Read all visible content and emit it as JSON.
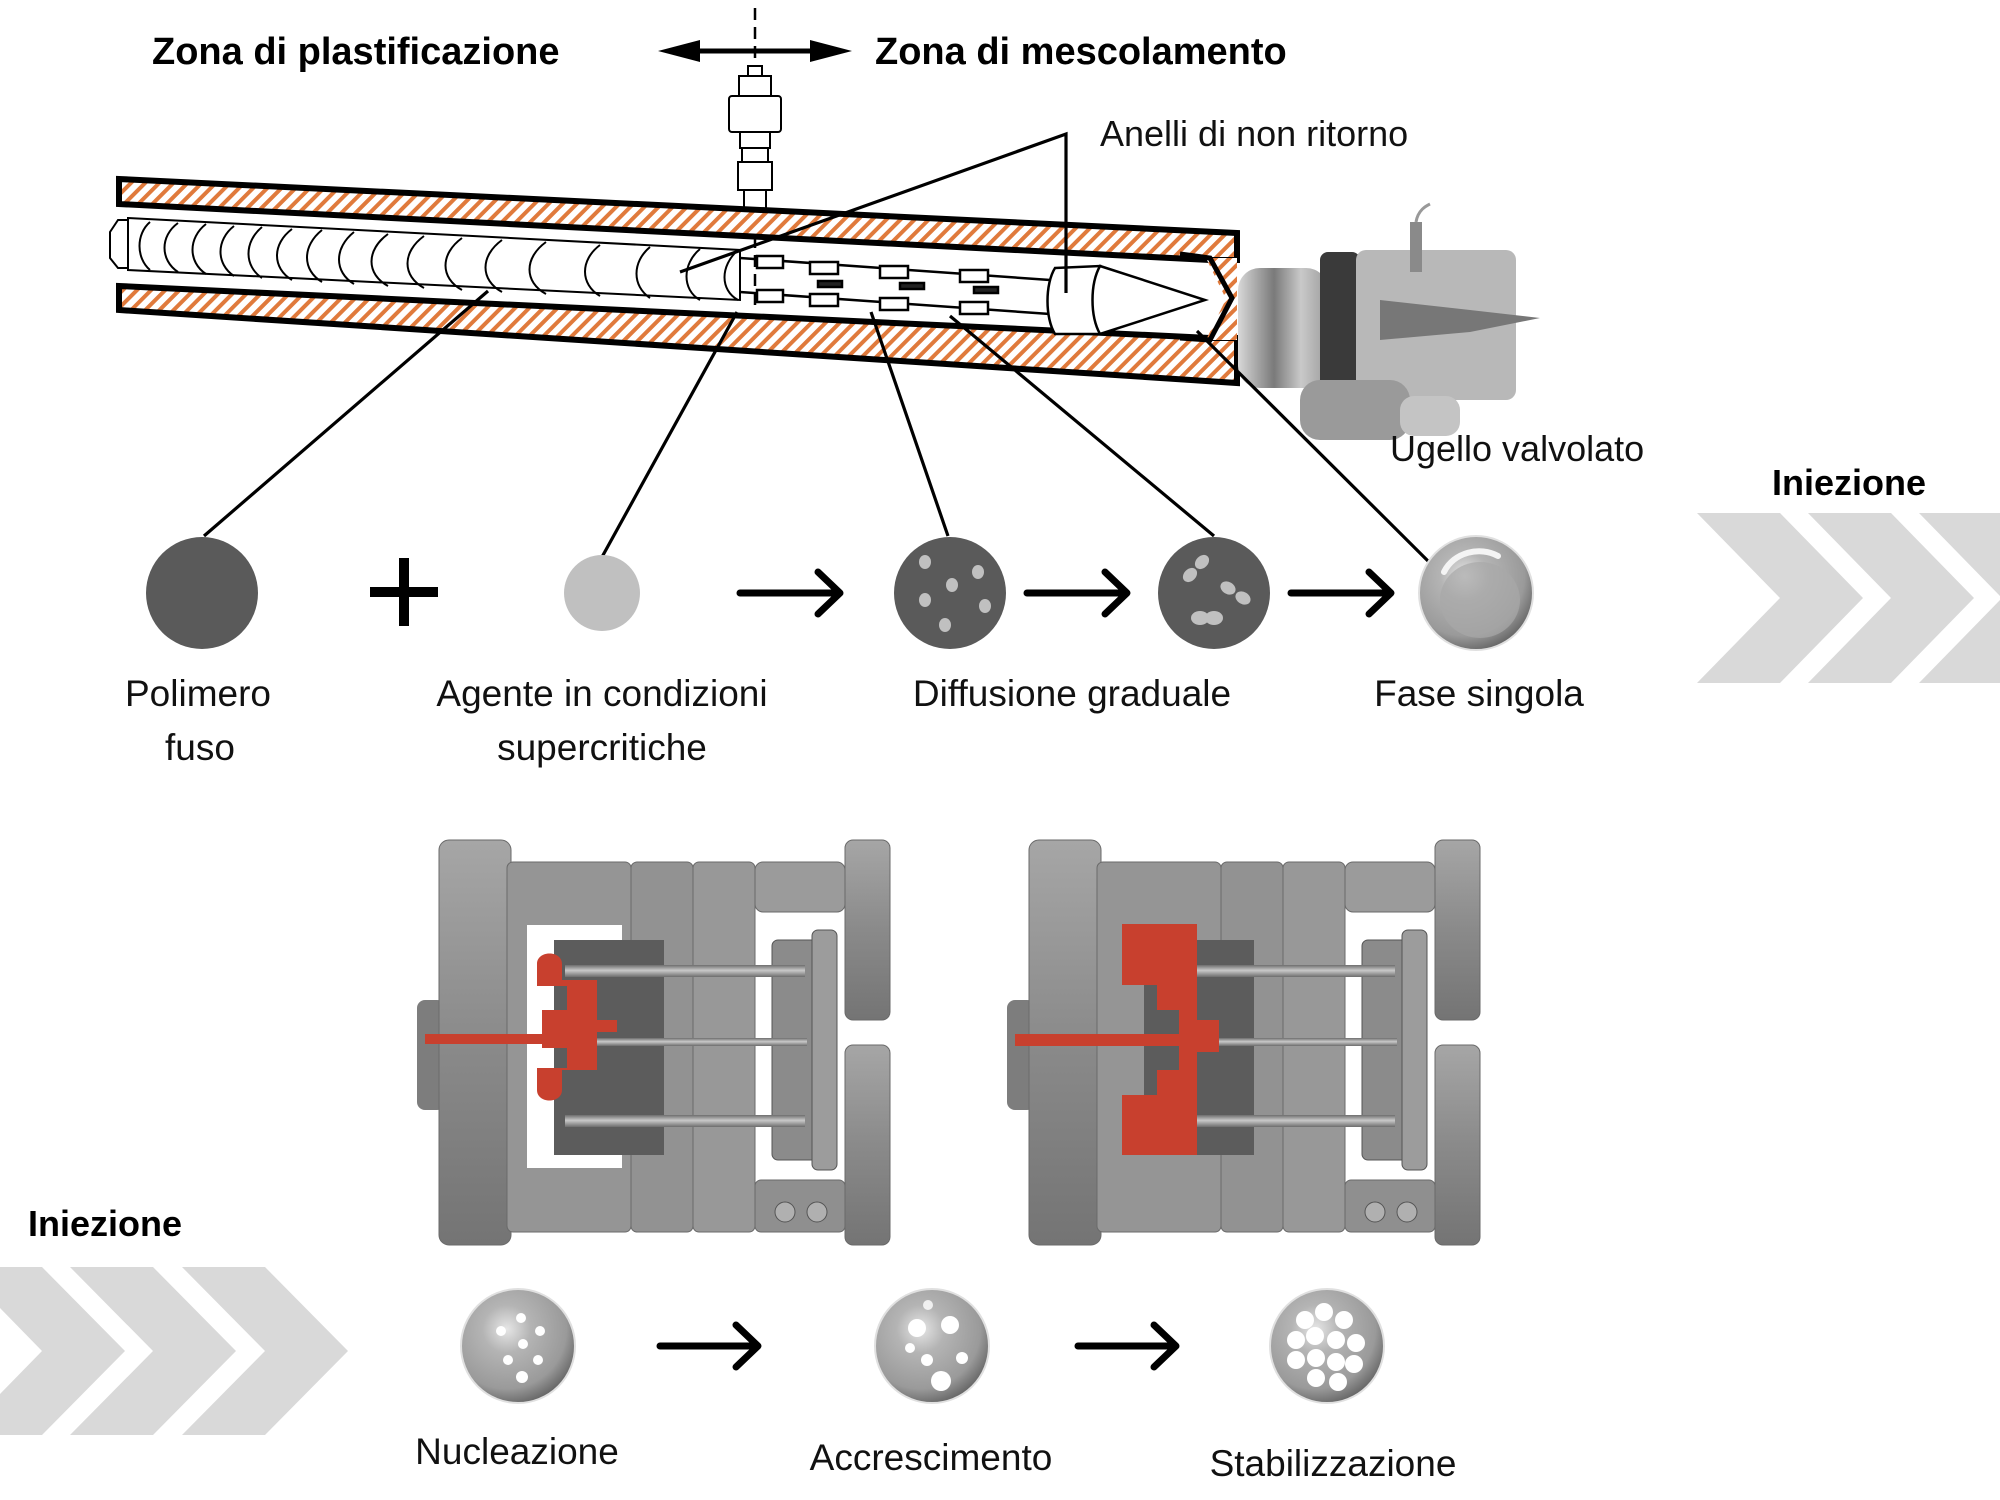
{
  "top": {
    "zone_left": "Zona di plastificazione",
    "zone_right": "Zona di mescolamento",
    "label_rings": "Anelli di non ritorno",
    "label_nozzle": "Ugello valvolato",
    "injection_right": "Iniezione"
  },
  "stages_top": [
    {
      "line1": "Polimero",
      "line2": "fuso",
      "icon": "solid-dark-circle"
    },
    {
      "line1": "Agente in condizioni",
      "line2": "supercritiche",
      "icon": "solid-light-circle"
    },
    {
      "line1": "Diffusione graduale",
      "line2": "",
      "icon": "dotted-dark-circle"
    },
    {
      "line1": "",
      "line2": "",
      "icon": "merging-bubbles-circle"
    },
    {
      "line1": "Fase singola",
      "line2": "",
      "icon": "glossy-sphere"
    }
  ],
  "operator_plus": "+",
  "bottom": {
    "injection_left": "Iniezione",
    "stages": [
      {
        "label": "Nucleazione",
        "icon": "sphere-small-cells"
      },
      {
        "label": "Accrescimento",
        "icon": "sphere-growing-cells"
      },
      {
        "label": "Stabilizzazione",
        "icon": "sphere-dense-cells"
      }
    ],
    "molds": [
      {
        "name": "mold-partial-fill",
        "fill_state": "partial"
      },
      {
        "name": "mold-full-fill",
        "fill_state": "full"
      }
    ]
  },
  "colors": {
    "polymer": "#5a5a5a",
    "agent": "#c0c0c0",
    "hatch": "#e07a3c",
    "melt": "#c8402e",
    "chevron": "#d9d9d9",
    "steel": "#8c8c8c"
  }
}
